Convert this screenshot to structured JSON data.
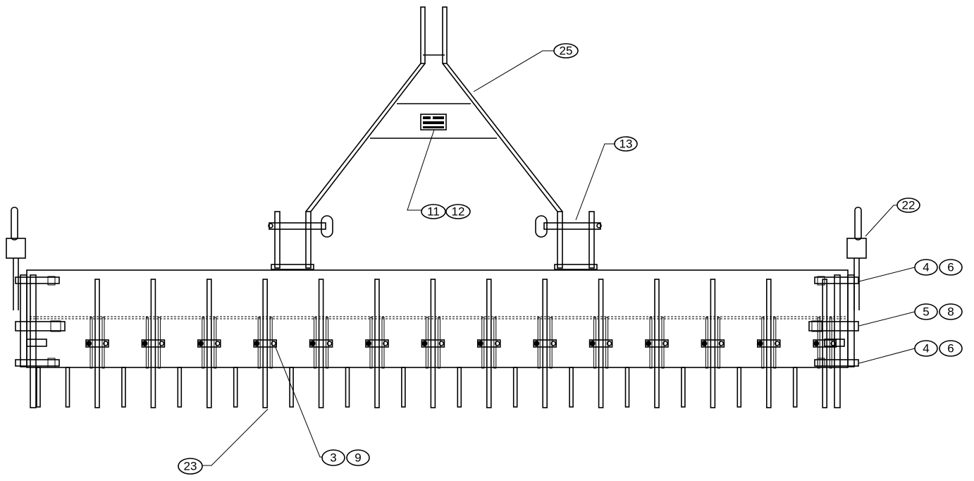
{
  "diagram": {
    "callouts": [
      {
        "id": "c25",
        "labels": [
          "25"
        ]
      },
      {
        "id": "c13",
        "labels": [
          "13"
        ]
      },
      {
        "id": "c1112",
        "labels": [
          "11",
          "12"
        ]
      },
      {
        "id": "c22",
        "labels": [
          "22"
        ]
      },
      {
        "id": "c46a",
        "labels": [
          "4",
          "6"
        ]
      },
      {
        "id": "c58",
        "labels": [
          "5",
          "8"
        ]
      },
      {
        "id": "c46b",
        "labels": [
          "4",
          "6"
        ]
      },
      {
        "id": "c39",
        "labels": [
          "3",
          "9"
        ]
      },
      {
        "id": "c23",
        "labels": [
          "23"
        ]
      }
    ]
  }
}
